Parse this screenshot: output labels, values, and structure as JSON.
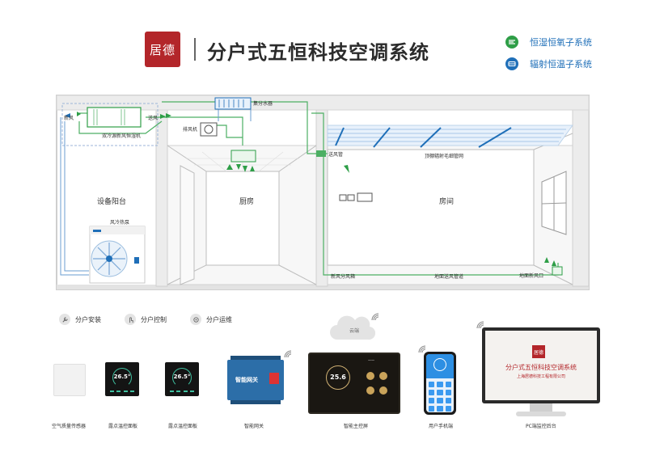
{
  "header": {
    "logo_text": "居德",
    "title": "分户式五恒科技空调系统"
  },
  "legend": [
    {
      "label": "恒湿恒氧子系统",
      "color": "#2e9e47",
      "icon": "fresh-air-icon"
    },
    {
      "label": "辐射恒温子系统",
      "color": "#1f6fb8",
      "icon": "radiator-icon"
    }
  ],
  "diagram": {
    "labels": {
      "fresh_air": "新风",
      "supply_air": "送风",
      "water_distributor": "集分水器",
      "exhaust_fan": "排风机",
      "dual_cool_unit": "双冷源新风恒湿机",
      "supply_louver": "送风管",
      "ceiling_radiant": "顶棚辐射毛细管网",
      "equipment_balcony": "设备阳台",
      "kitchen": "厨房",
      "room": "房间",
      "heat_pump": "风冷热泵",
      "fresh_air_split": "新风分风箱",
      "floor_duct": "地面送风管道",
      "floor_vent": "地面新风口"
    }
  },
  "features": [
    {
      "label": "分户安装",
      "icon": "wrench-icon"
    },
    {
      "label": "分户控制",
      "icon": "touch-icon"
    },
    {
      "label": "分户运维",
      "icon": "maintenance-icon"
    }
  ],
  "devices": {
    "sensor": "空气质量传感器",
    "thermostat_1": "露点温控面板",
    "thermostat_2": "露点温控面板",
    "thermostat_value": "26.5°",
    "gateway": "智能网关",
    "gateway_text": "智能网关",
    "main_panel": "智能主控屏",
    "main_panel_value": "25.6",
    "phone": "用户手机端",
    "pc": "PC端监控后台",
    "cloud": "云端",
    "monitor_title": "分户式五恒科技空调系统",
    "monitor_logo": "居德",
    "monitor_sub": "上海居德科技工程有限公司"
  }
}
